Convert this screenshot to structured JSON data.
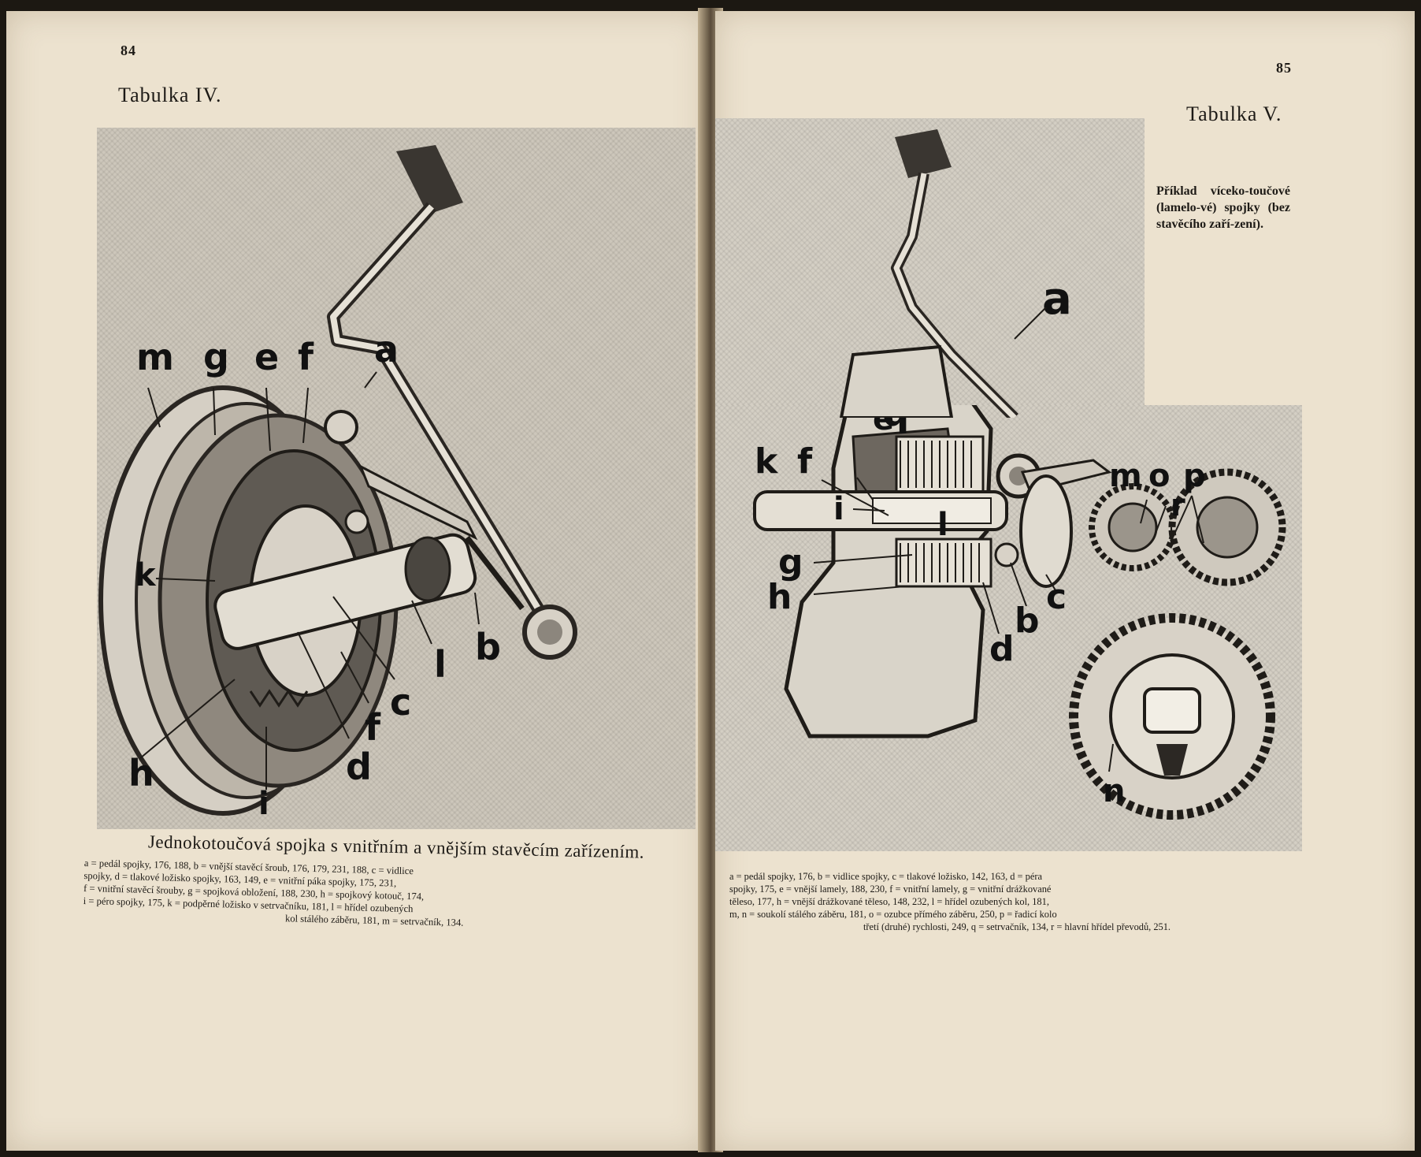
{
  "left_page": {
    "page_number": "84",
    "table_label": "Tabulka IV.",
    "caption_title": "Jednokotoučová spojka s vnitřním a vnějším stavěcím zařízením.",
    "legend": [
      "a = pedál spojky, 176, 188, b = vnější stavěcí šroub, 176, 179, 231, 188, c = vidlice",
      "spojky, d = tlakové ložisko spojky, 163, 149, e = vnitřní páka spojky, 175, 231,",
      "f = vnitřní stavěcí šrouby, g = spojková obložení, 188, 230, h = spojkový kotouč, 174,",
      "i = péro spojky, 175, k = podpěrné ložisko v setrvačníku, 181, l = hřídel ozubených",
      "kol stálého záběru, 181, m = setrvačník, 134."
    ],
    "labels": [
      "m",
      "g",
      "e",
      "f",
      "a",
      "k",
      "b",
      "l",
      "c",
      "f",
      "d",
      "h",
      "i"
    ]
  },
  "right_page": {
    "page_number": "85",
    "table_label": "Tabulka V.",
    "side_caption": "Příklad víceko-toučové (lamelo-vé) spojky (bez stavěcího zaří-zení).",
    "legend": [
      "a = pedál spojky, 176, b = vidlice spojky, c = tlakové ložisko, 142, 163, d = péra",
      "spojky, 175, e = vnější lamely, 188, 230, f = vnitřní lamely, g = vnitřní drážkované",
      "těleso, 177, h = vnější drážkované těleso, 148, 232, l = hřídel ozubených kol, 181,",
      "m, n = soukolí stálého záběru, 181, o = ozubce přímého záběru, 250, p = řadicí kolo",
      "třetí (druhé) rychlosti, 249, q = setrvačník, 134, r = hlavní hřídel převodů, 251."
    ],
    "labels": [
      "a",
      "q",
      "e",
      "k",
      "f",
      "i",
      "l",
      "g",
      "h",
      "d",
      "b",
      "c",
      "m",
      "o",
      "p",
      "r",
      "n"
    ]
  }
}
